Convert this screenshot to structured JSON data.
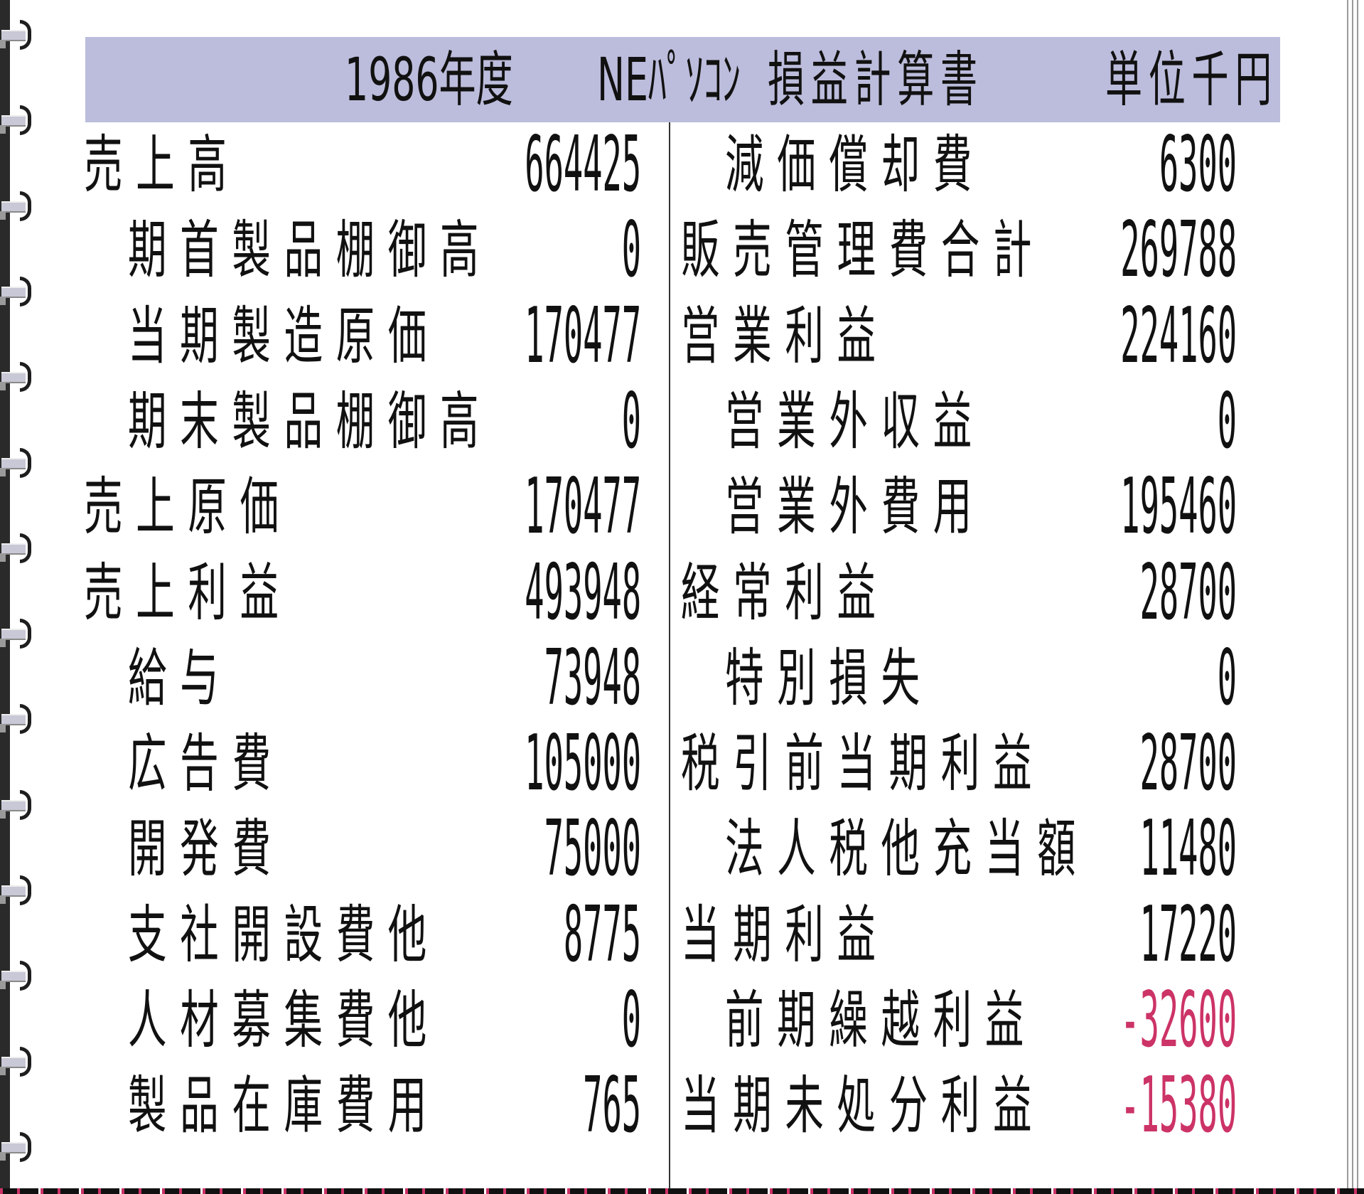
{
  "header": {
    "year": "1986年度",
    "company": "NEﾊﾟｿｺﾝ",
    "title": "損益計算書",
    "unit": "単位千円"
  },
  "colors": {
    "header_bg": "#bcbcdc",
    "negative": "#cc3366",
    "text": "#111111"
  },
  "left_rows": [
    {
      "label": "売上高",
      "value": "664425",
      "indent": false
    },
    {
      "label": "期首製品棚御高",
      "value": "0",
      "indent": true
    },
    {
      "label": "当期製造原価",
      "value": "170477",
      "indent": true
    },
    {
      "label": "期末製品棚御高",
      "value": "0",
      "indent": true
    },
    {
      "label": "売上原価",
      "value": "170477",
      "indent": false
    },
    {
      "label": "売上利益",
      "value": "493948",
      "indent": false
    },
    {
      "label": "給与",
      "value": "73948",
      "indent": true
    },
    {
      "label": "広告費",
      "value": "105000",
      "indent": true
    },
    {
      "label": "開発費",
      "value": "75000",
      "indent": true
    },
    {
      "label": "支社開設費他",
      "value": "8775",
      "indent": true
    },
    {
      "label": "人材募集費他",
      "value": "0",
      "indent": true
    },
    {
      "label": "製品在庫費用",
      "value": "765",
      "indent": true
    }
  ],
  "right_rows": [
    {
      "label": "減価償却費",
      "value": "6300",
      "indent": true
    },
    {
      "label": "販売管理費合計",
      "value": "269788",
      "indent": false
    },
    {
      "label": "営業利益",
      "value": "224160",
      "indent": false
    },
    {
      "label": "営業外収益",
      "value": "0",
      "indent": true
    },
    {
      "label": "営業外費用",
      "value": "195460",
      "indent": true
    },
    {
      "label": "経常利益",
      "value": "28700",
      "indent": false
    },
    {
      "label": "特別損失",
      "value": "0",
      "indent": true
    },
    {
      "label": "税引前当期利益",
      "value": "28700",
      "indent": false
    },
    {
      "label": "法人税他充当額",
      "value": "11480",
      "indent": true
    },
    {
      "label": "当期利益",
      "value": "17220",
      "indent": false
    },
    {
      "label": "前期繰越利益",
      "value": "-32600",
      "indent": true,
      "negative": true
    },
    {
      "label": "当期未処分利益",
      "value": "-15380",
      "indent": false,
      "negative": true
    }
  ]
}
